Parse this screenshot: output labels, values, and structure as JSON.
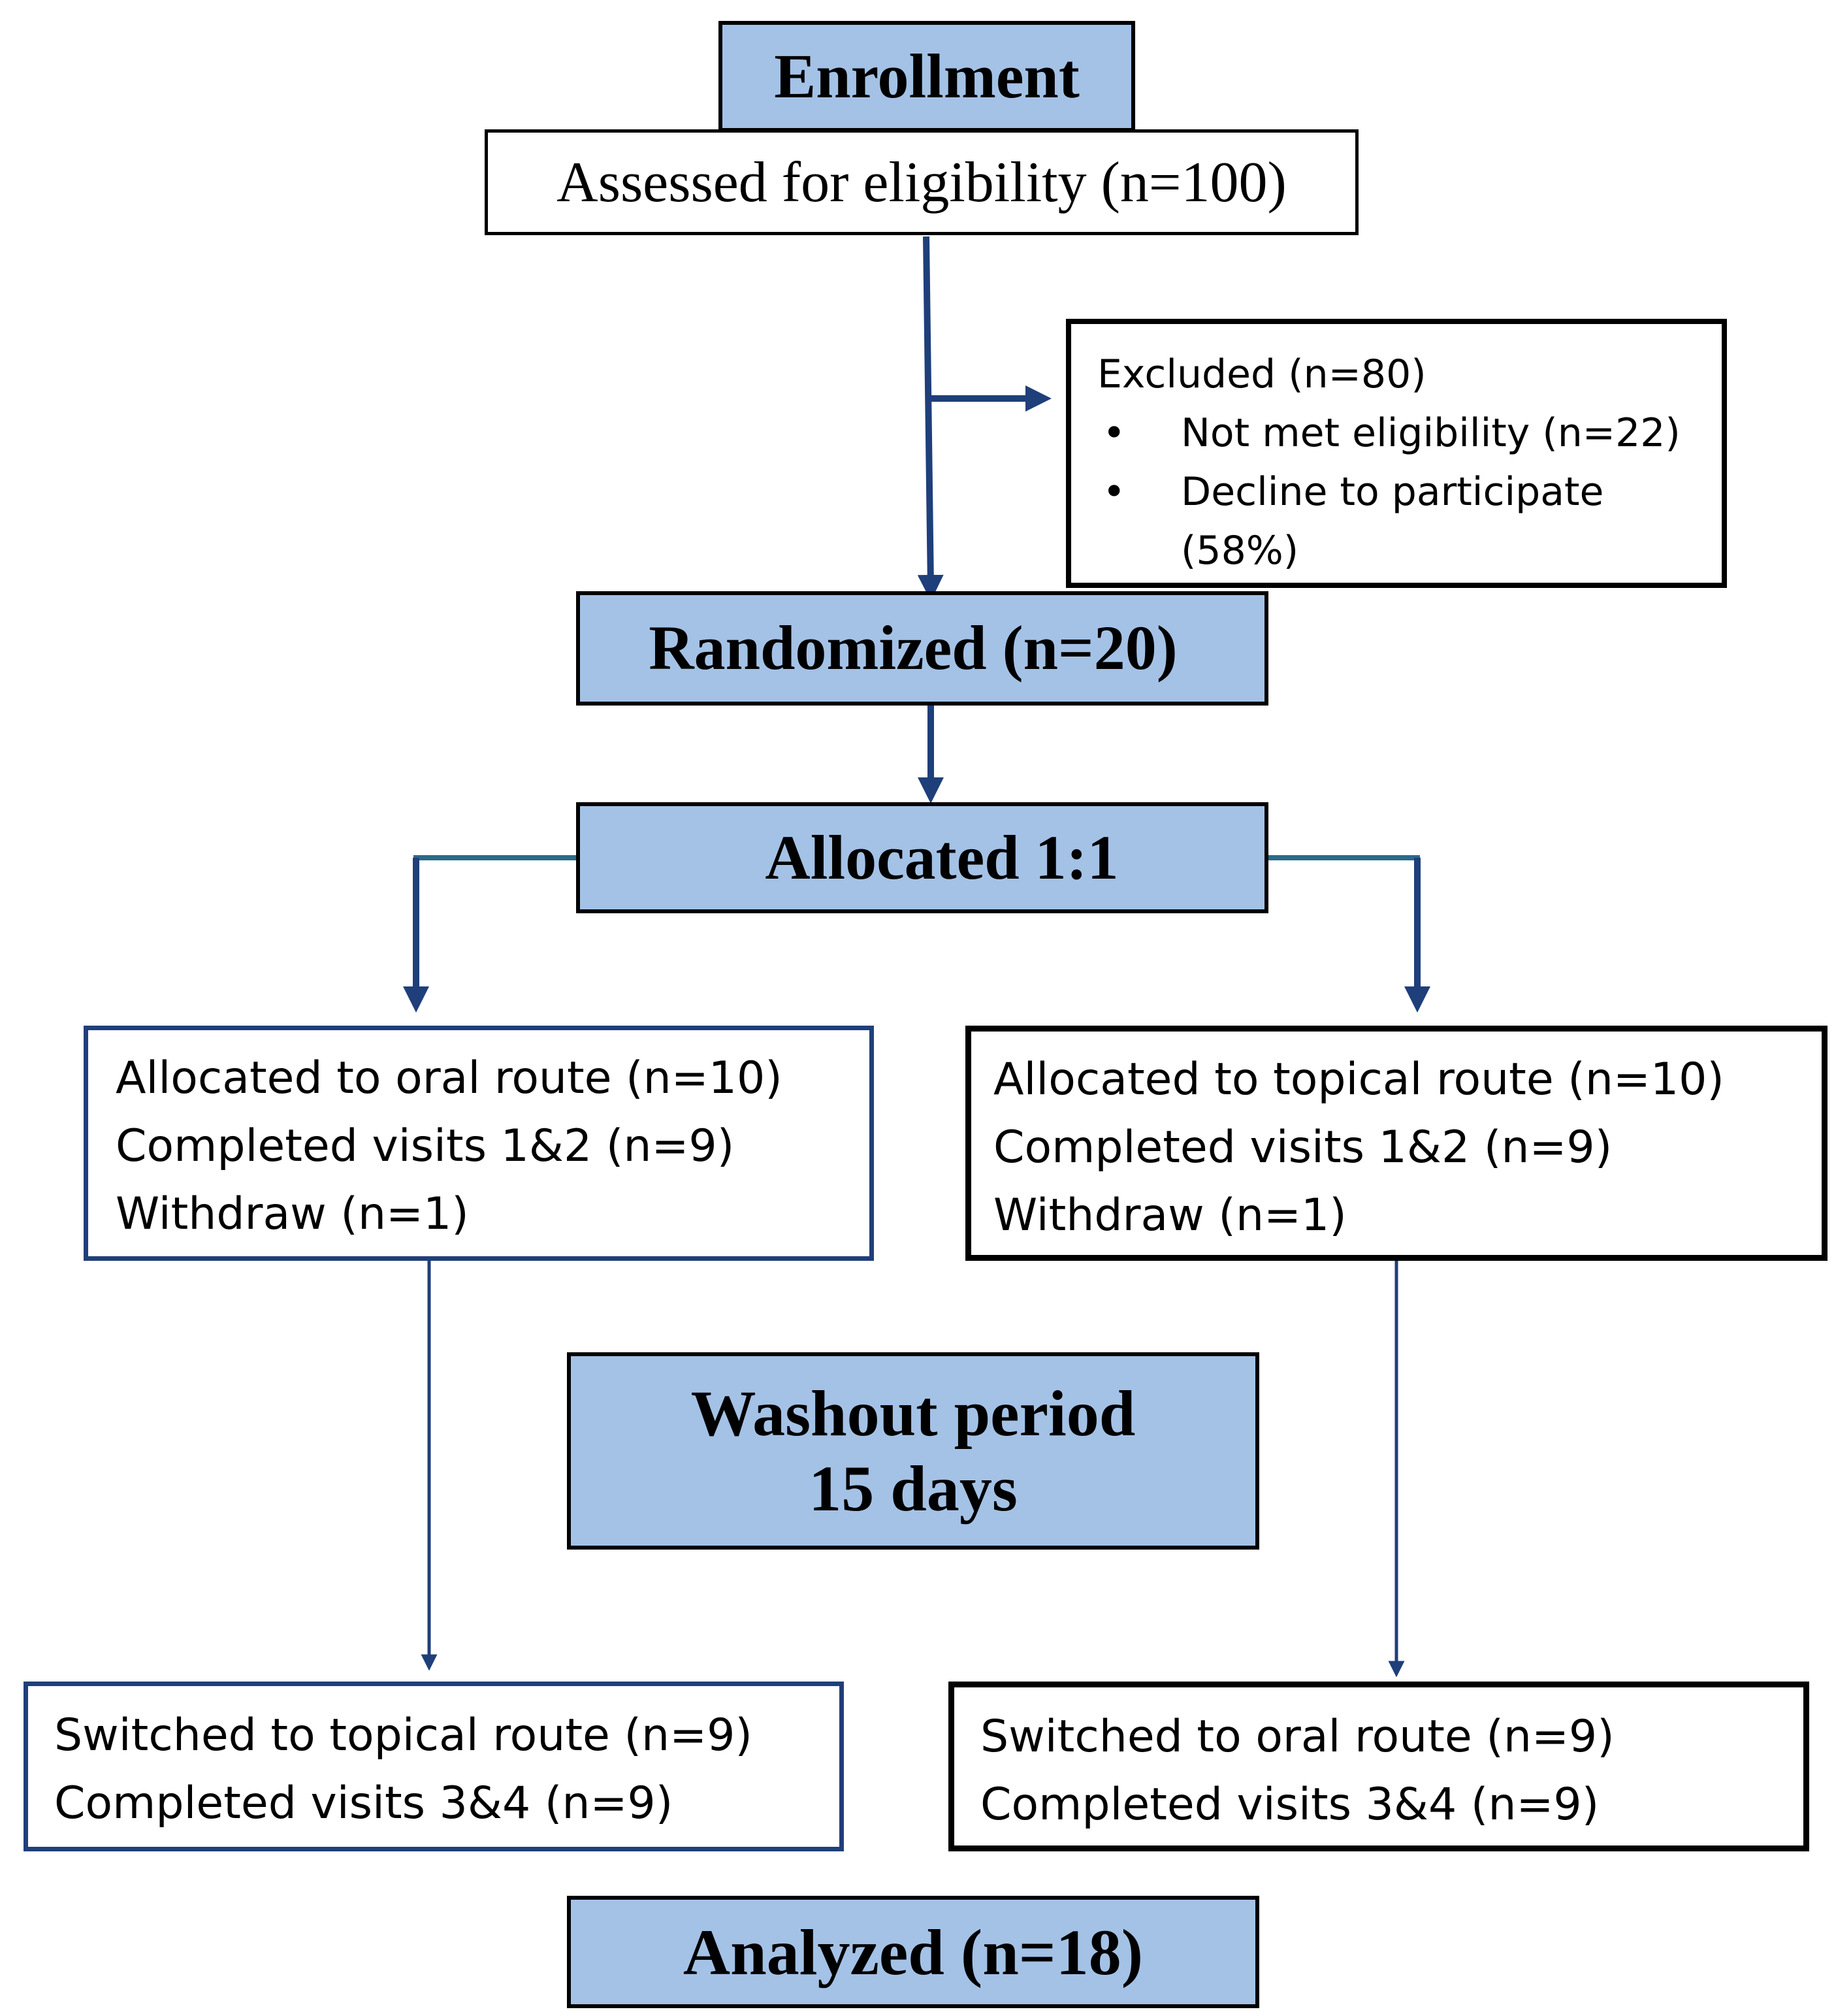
{
  "enrollment": {
    "title": "Enrollment"
  },
  "assessed": {
    "text": "Assessed for eligibility (n=100)"
  },
  "excluded": {
    "heading": "Excluded (n=80)",
    "bullets": [
      {
        "symbol": "•",
        "text": "Not met eligibility (n=22)"
      },
      {
        "symbol": "•",
        "text": "Decline to participate"
      }
    ],
    "continuation": "(58%)"
  },
  "randomized": {
    "title": "Randomized (n=20)"
  },
  "allocated": {
    "title": "Allocated 1:1"
  },
  "oral_arm": {
    "lines": [
      "Allocated to  oral route (n=10)",
      "Completed visits 1&2 (n=9)",
      "Withdraw (n=1)"
    ]
  },
  "topical_arm": {
    "lines": [
      "Allocated to  topical route (n=10)",
      "Completed visits 1&2 (n=9)",
      "Withdraw (n=1)"
    ]
  },
  "washout": {
    "line1": "Washout period",
    "line2": "15 days"
  },
  "switch_topical": {
    "lines": [
      "Switched  to topical route (n=9)",
      "Completed visits 3&4 (n=9)"
    ]
  },
  "switch_oral": {
    "lines": [
      "Switched to oral route (n=9)",
      "Completed visits 3&4 (n=9)"
    ]
  },
  "analyzed": {
    "title": "Analyzed (n=18)"
  },
  "colors": {
    "box_fill": "#a4c2e6",
    "arrow_navy": "#1f3f7a",
    "arrow_teal": "#2a6a8a",
    "arm_border_navy": "#1f3f7a"
  }
}
